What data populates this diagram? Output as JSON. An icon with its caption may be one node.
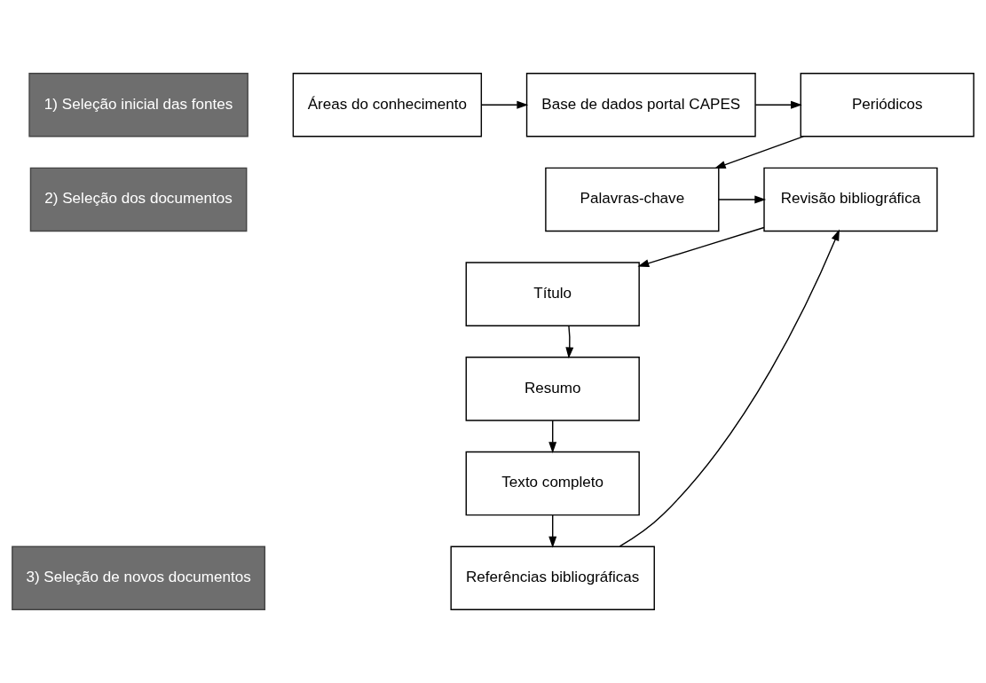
{
  "diagram": {
    "nodes": [
      {
        "text": [
          "1) Seleção inicial das fontes"
        ]
      },
      {
        "text": [
          "Áreas do conhecimento"
        ]
      },
      {
        "text": [
          "Base de dados portal CAPES"
        ]
      },
      {
        "text": [
          "Periódicos"
        ]
      },
      {
        "text": [
          "2) Seleção dos documentos"
        ]
      },
      {
        "text": [
          "Revisão bibliográfica"
        ]
      },
      {
        "text": [
          "Palavras-chave"
        ]
      },
      {
        "text": [
          "Título"
        ]
      },
      {
        "text": [
          "Resumo"
        ]
      },
      {
        "text": [
          "Texto completo"
        ]
      },
      {
        "text": [
          "3) Seleção de novos documentos"
        ]
      },
      {
        "text": [
          "Referências bibliográficas"
        ]
      }
    ],
    "edges": [
      {
        "from": 1,
        "to": 2,
        "arrow": "to"
      },
      {
        "from": 2,
        "to": 3,
        "arrow": "to"
      },
      {
        "from": 3,
        "to": 6,
        "arrow": "to"
      },
      {
        "from": 6,
        "to": 5,
        "arrow": "to"
      },
      {
        "from": 5,
        "to": 7,
        "arrow": "to"
      },
      {
        "from": 7,
        "to": 8,
        "arrow": "to"
      },
      {
        "from": 8,
        "to": 9,
        "arrow": "to"
      },
      {
        "from": 9,
        "to": 11,
        "arrow": "to"
      },
      {
        "from": 11,
        "to": 5,
        "arrow": "to"
      }
    ]
  }
}
